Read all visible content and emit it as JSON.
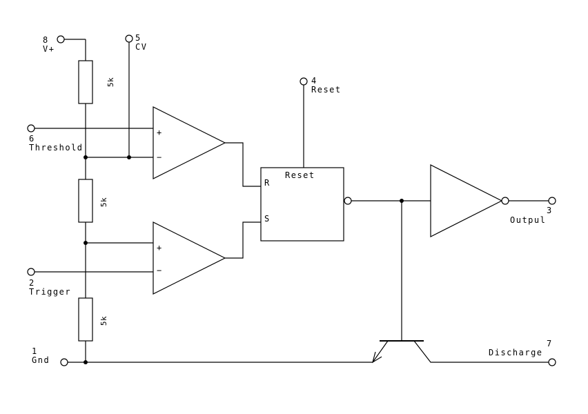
{
  "pins": {
    "vplus": {
      "number": "8",
      "label": "V+"
    },
    "cv": {
      "number": "5",
      "label": "CV"
    },
    "reset": {
      "number": "4",
      "label": "Reset"
    },
    "threshold": {
      "number": "6",
      "label": "Threshold"
    },
    "trigger": {
      "number": "2",
      "label": "Trigger"
    },
    "gnd": {
      "number": "1",
      "label": "Gnd"
    },
    "output": {
      "number": "3",
      "label": "Outpul"
    },
    "discharge": {
      "number": "7",
      "label": "Discharge"
    }
  },
  "resistors": {
    "r1": "5k",
    "r2": "5k",
    "r3": "5k"
  },
  "comparators": {
    "upper": {
      "plus": "+",
      "minus": "−"
    },
    "lower": {
      "plus": "+",
      "minus": "−"
    }
  },
  "flipflop": {
    "title": "Reset",
    "input_r": "R",
    "input_s": "S"
  }
}
